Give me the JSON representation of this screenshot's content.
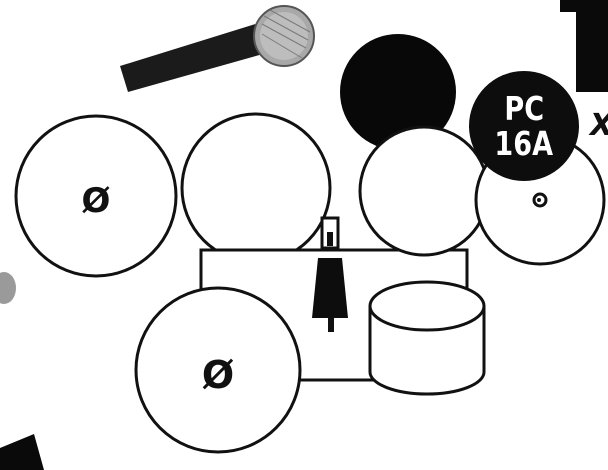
{
  "channel_badge": {
    "line1": "PC",
    "line2": "16A"
  },
  "edge_text": "X",
  "instruments": [
    {
      "name": "microphone"
    },
    {
      "name": "ride-cymbal"
    },
    {
      "name": "tom-left"
    },
    {
      "name": "tom-right"
    },
    {
      "name": "crash-cymbal-dark"
    },
    {
      "name": "hihat-cymbal"
    },
    {
      "name": "bass-drum-frame"
    },
    {
      "name": "cowbell"
    },
    {
      "name": "floor-tom"
    },
    {
      "name": "splash-cymbal"
    }
  ],
  "symbols": {
    "diameter": "Ø"
  },
  "colors": {
    "ink": "#111111",
    "background": "#ffffff"
  }
}
